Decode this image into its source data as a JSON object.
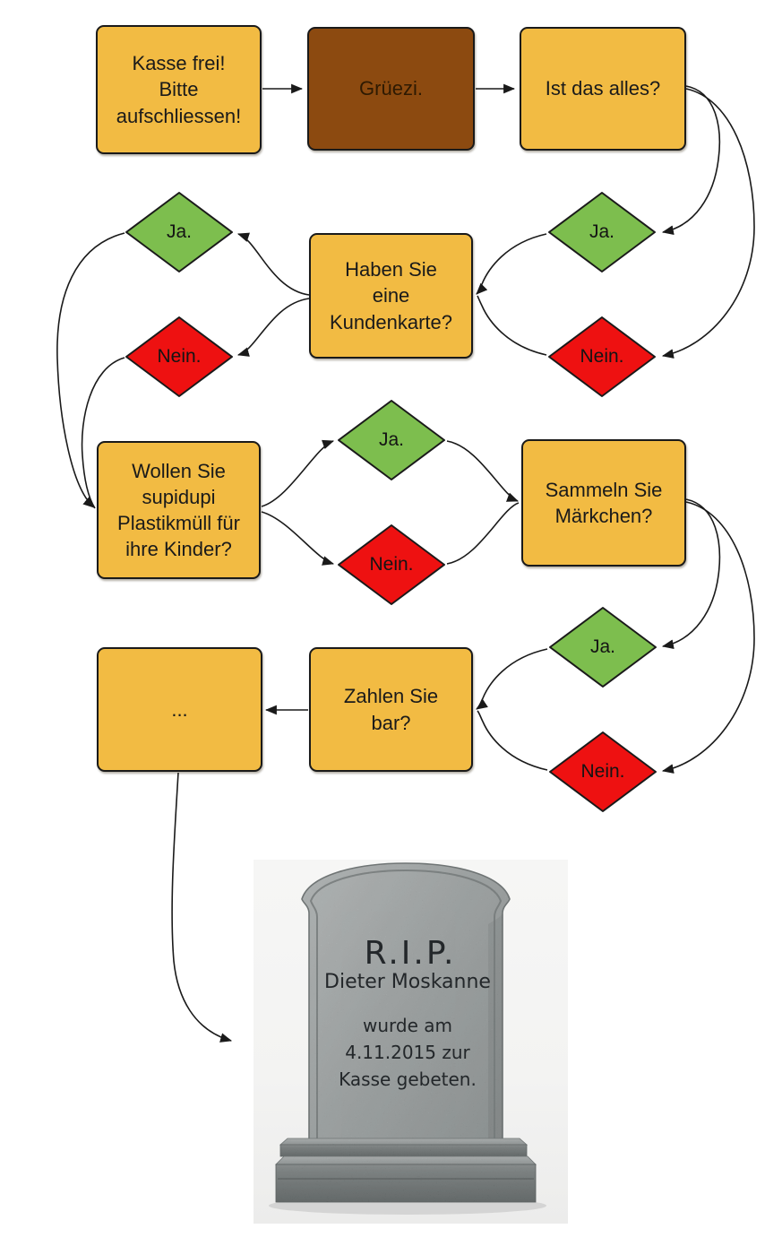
{
  "flowchart": {
    "nodes": {
      "kasse_frei": {
        "label": "Kasse frei!\nBitte\naufschliessen!"
      },
      "grueezi": {
        "label": "Grüezi."
      },
      "ist_das_alles": {
        "label": "Ist das alles?"
      },
      "ja_ist_das_alles": {
        "label": "Ja."
      },
      "nein_ist_das_alles": {
        "label": "Nein."
      },
      "kundenkarte": {
        "label": "Haben Sie\neine\nKundenkarte?"
      },
      "ja_kundenkarte": {
        "label": "Ja."
      },
      "nein_kundenkarte": {
        "label": "Nein."
      },
      "plastikmuell": {
        "label": "Wollen Sie\nsupidupi\nPlastikmüll für\nihre Kinder?"
      },
      "ja_plastikmuell": {
        "label": "Ja."
      },
      "nein_plastikmuell": {
        "label": "Nein."
      },
      "maerkchen": {
        "label": "Sammeln Sie\nMärkchen?"
      },
      "ja_maerkchen": {
        "label": "Ja."
      },
      "nein_maerkchen": {
        "label": "Nein."
      },
      "zahlen_bar": {
        "label": "Zahlen Sie\nbar?"
      },
      "weiter": {
        "label": "..."
      }
    }
  },
  "tombstone": {
    "headline": "R.I.P.",
    "name": "Dieter Moskanne",
    "line1": "wurde am",
    "line2": "4.11.2015 zur",
    "line3": "Kasse gebeten."
  },
  "colors": {
    "box_fill": "#F2BB43",
    "brown_fill": "#8C4A10",
    "yes_fill": "#7DBE4E",
    "no_fill": "#EE1111",
    "outline": "#1A1A1A"
  }
}
